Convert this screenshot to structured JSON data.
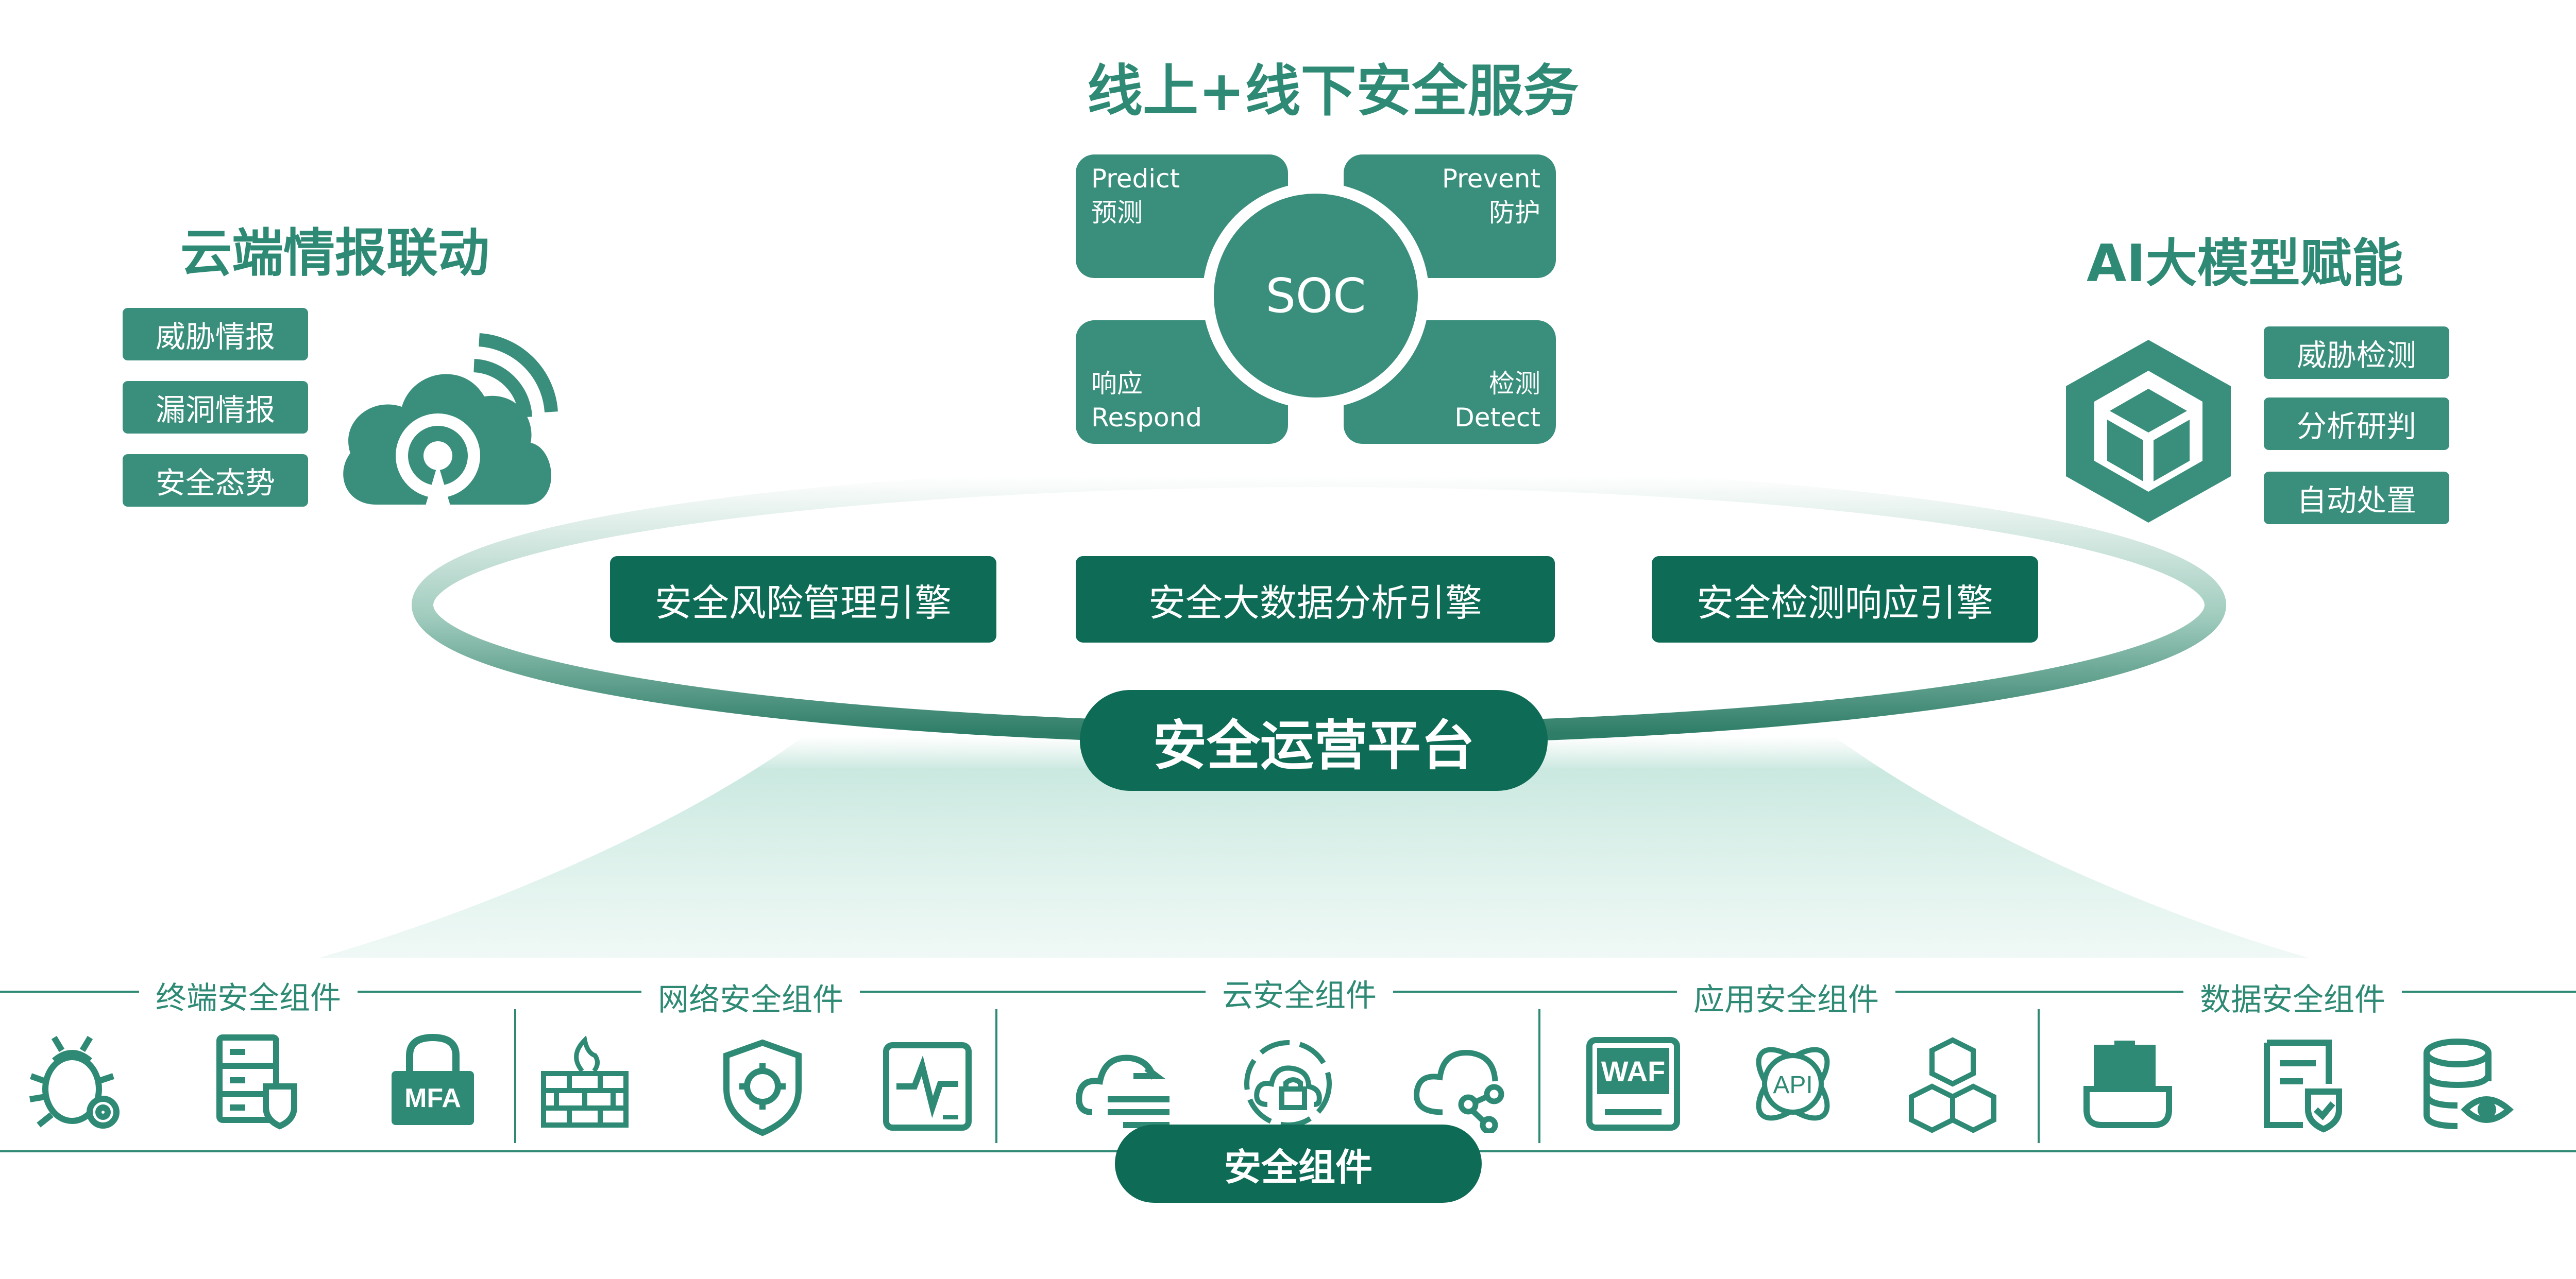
{
  "soc": {
    "title": "线上+线下安全服务",
    "center": "SOC",
    "predict_en": "Predict",
    "predict_cn": "预测",
    "prevent_en": "Prevent",
    "prevent_cn": "防护",
    "respond_cn": "响应",
    "respond_en": "Respond",
    "detect_cn": "检测",
    "detect_en": "Detect"
  },
  "left": {
    "title": "云端情报联动",
    "tags": [
      "威胁情报",
      "漏洞情报",
      "安全态势"
    ]
  },
  "right": {
    "title": "AI大模型赋能",
    "tags": [
      "威胁检测",
      "分析研判",
      "自动处置"
    ]
  },
  "engines": [
    "安全风险管理引擎",
    "安全大数据分析引擎",
    "安全检测响应引擎"
  ],
  "platform": "安全运营平台",
  "components": {
    "groups": [
      "终端安全组件",
      "网络安全组件",
      "云安全组件",
      "应用安全组件",
      "数据安全组件"
    ],
    "label": "安全组件",
    "icons": [
      "bug-gear-icon",
      "server-shield-icon",
      "mfa-lock-icon",
      "firewall-icon",
      "shield-target-icon",
      "monitor-pulse-icon",
      "cloud-sync-icon",
      "cloud-lock-icon",
      "cloud-network-icon",
      "waf-icon",
      "api-icon",
      "cubes-icon",
      "database-stack-icon",
      "document-shield-icon",
      "database-eye-icon"
    ],
    "icon_text": {
      "mfa": "MFA",
      "waf": "WAF",
      "api": "API"
    }
  },
  "colors": {
    "primary": "#2e8a74",
    "dark": "#0e6b55",
    "tile": "#3a8f7c"
  }
}
